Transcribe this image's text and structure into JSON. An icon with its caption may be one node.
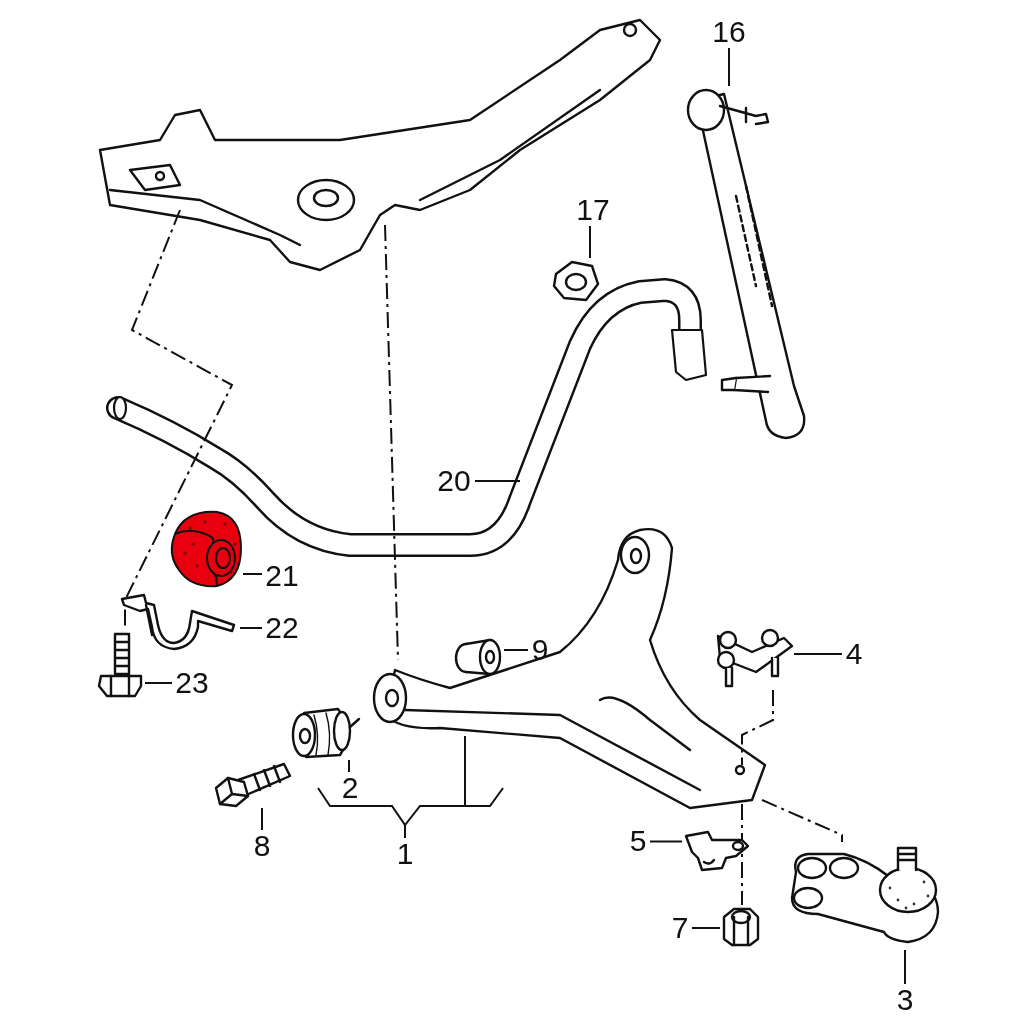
{
  "diagram": {
    "nodes": [
      {
        "text": [
          "16"
        ]
      },
      {
        "text": [],
        "shape": "picture"
      },
      {
        "text": [
          "17"
        ]
      },
      {
        "text": [],
        "shape": "picture"
      },
      {
        "text": [
          "20"
        ]
      },
      {
        "text": [
          "21"
        ]
      },
      {
        "text": [],
        "shape": "picture"
      },
      {
        "text": [
          "22"
        ]
      },
      {
        "text": [],
        "shape": "picture"
      },
      {
        "text": [
          "23"
        ]
      },
      {
        "text": [],
        "shape": "picture"
      },
      {
        "text": [
          "9"
        ]
      },
      {
        "text": [],
        "shape": "picture"
      },
      {
        "text": [
          "4"
        ]
      },
      {
        "text": [],
        "shape": "picture"
      },
      {
        "text": [
          "2"
        ]
      },
      {
        "text": [],
        "shape": "picture"
      },
      {
        "text": [
          "8"
        ]
      },
      {
        "text": [],
        "shape": "picture"
      },
      {
        "text": [
          "5"
        ]
      },
      {
        "text": [],
        "shape": "picture"
      },
      {
        "text": [
          "1"
        ]
      },
      {
        "text": [
          "7"
        ]
      },
      {
        "text": [],
        "shape": "picture"
      },
      {
        "text": [
          "3"
        ]
      },
      {
        "text": [],
        "shape": "picture"
      },
      {
        "text": [],
        "shape": "picture"
      },
      {
        "text": [],
        "shape": "picture"
      },
      {
        "text": [],
        "shape": "bracket"
      }
    ],
    "edges": [
      {
        "from": 0,
        "to": 1,
        "arrow": "none"
      },
      {
        "from": 2,
        "to": 3,
        "arrow": "none"
      },
      {
        "from": 4,
        "to": null,
        "arrow": "none"
      },
      {
        "from": 5,
        "to": 6,
        "arrow": "none"
      },
      {
        "from": 7,
        "to": 8,
        "arrow": "none"
      },
      {
        "from": 9,
        "to": 10,
        "arrow": "none"
      },
      {
        "from": 11,
        "to": 12,
        "arrow": "none"
      },
      {
        "from": 13,
        "to": 14,
        "arrow": "none"
      },
      {
        "from": 15,
        "to": 16,
        "arrow": "none"
      },
      {
        "from": 17,
        "to": 18,
        "arrow": "none"
      },
      {
        "from": 19,
        "to": 20,
        "arrow": "none"
      },
      {
        "from": 21,
        "to": 28,
        "arrow": "none"
      },
      {
        "from": 22,
        "to": 23,
        "arrow": "none"
      },
      {
        "from": 24,
        "to": 25,
        "arrow": "none"
      },
      {
        "from": 26,
        "to": 10,
        "arrow": "none",
        "style": "dashed"
      },
      {
        "from": 26,
        "to": 27,
        "arrow": "none",
        "style": "dashed"
      },
      {
        "from": 14,
        "to": 27,
        "arrow": "none",
        "style": "dashed"
      },
      {
        "from": 27,
        "to": 25,
        "arrow": "none",
        "style": "dashed"
      },
      {
        "from": 28,
        "to": 27,
        "arrow": "none"
      },
      {
        "from": 27,
        "to": 23,
        "arrow": "none",
        "style": "dashed"
      }
    ]
  }
}
